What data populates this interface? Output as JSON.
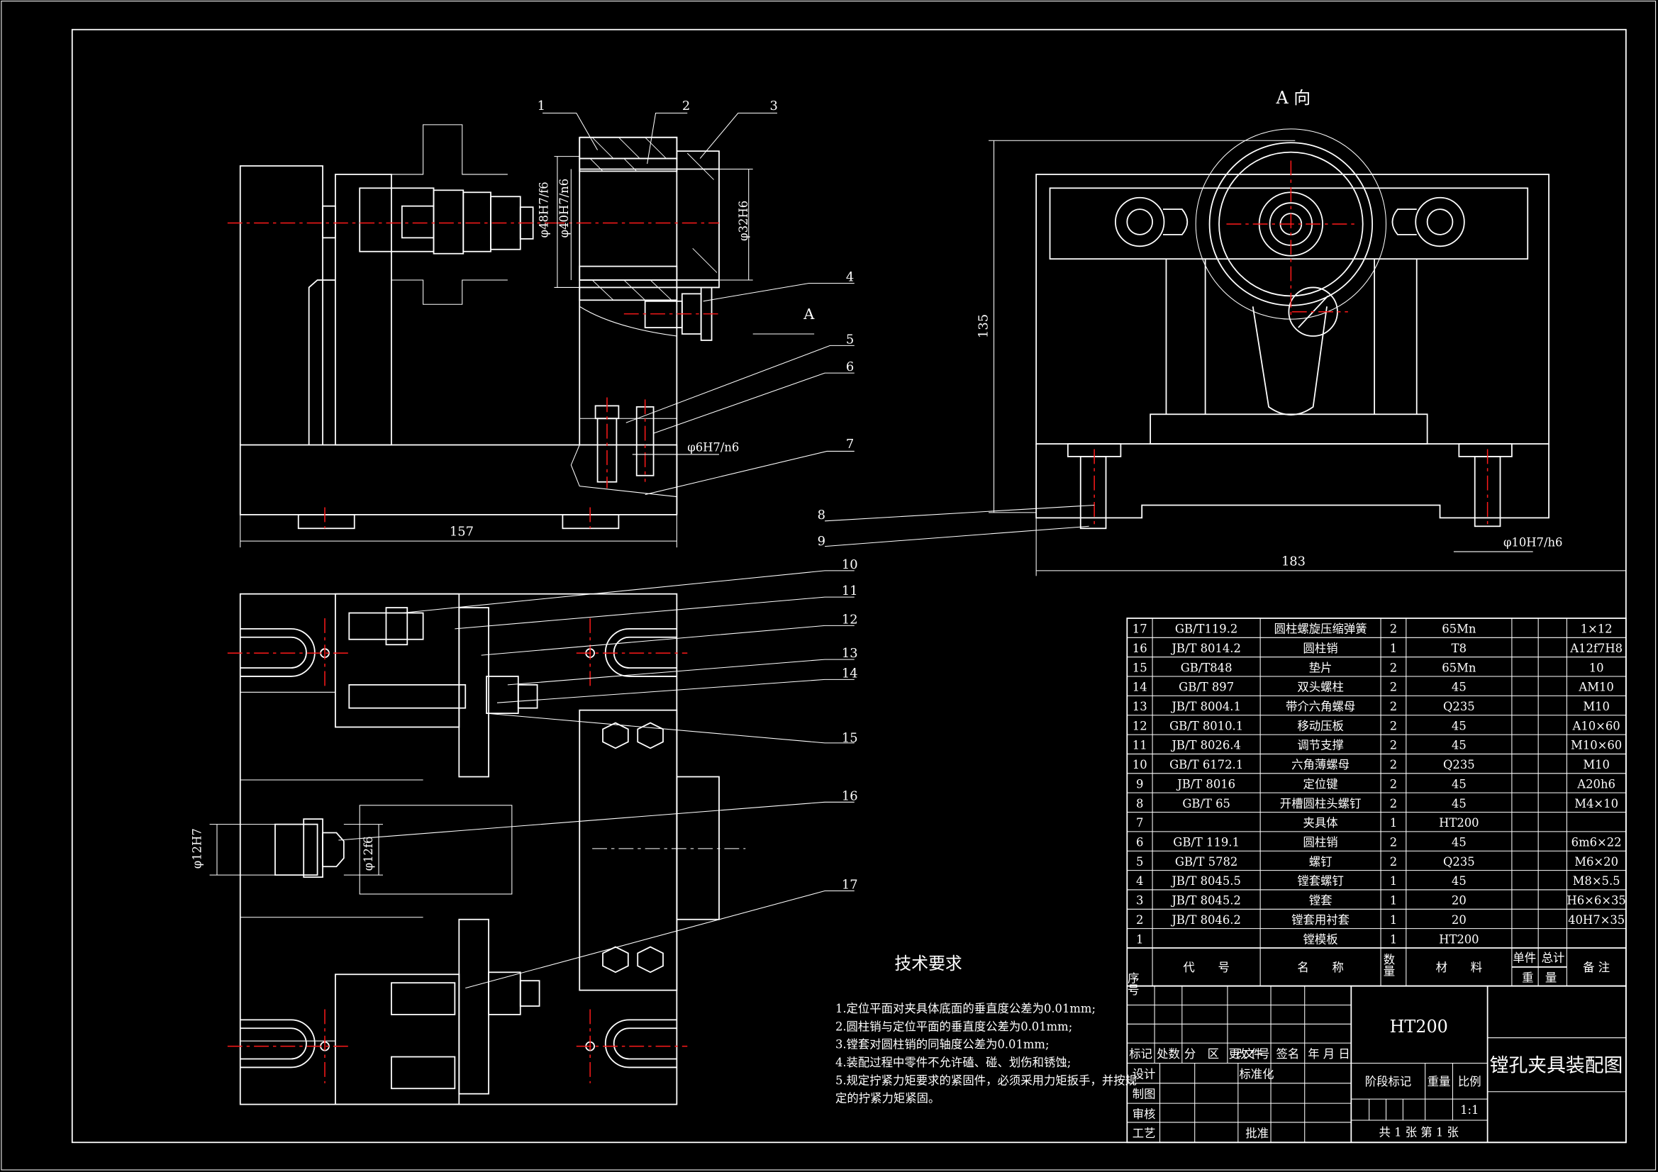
{
  "drawing": {
    "view_a_label": "A 向",
    "direction_marker": "A",
    "colors": {
      "background": "#000000",
      "lines": "#ffffff",
      "centerlines": "#ff1a1a"
    }
  },
  "callouts": [
    "1",
    "2",
    "3",
    "4",
    "5",
    "6",
    "7",
    "8",
    "9",
    "10",
    "11",
    "12",
    "13",
    "14",
    "15",
    "16",
    "17"
  ],
  "dimensions": {
    "d48": "φ48H7/f6",
    "d40": "φ40H7/n6",
    "d32": "φ32H6",
    "d6": "φ6H7/n6",
    "len157": "157",
    "height135": "135",
    "len183": "183",
    "d10": "φ10H7/h6",
    "d12": "φ12H7",
    "d12f6": "φ12f6"
  },
  "tech_requirements": {
    "title": "技术要求",
    "items": [
      "1.定位平面对夹具体底面的垂直度公差为0.01mm;",
      "2.圆柱销与定位平面的垂直度公差为0.01mm;",
      "3.镗套对圆柱销的同轴度公差为0.01mm;",
      "4.装配过程中零件不允许磕、碰、划伤和锈蚀;",
      "5.规定拧紧力矩要求的紧固件，必须采用力矩扳手，并按规",
      "定的拧紧力矩紧固。"
    ]
  },
  "parts_list": {
    "headers": {
      "no": "序号",
      "code": "代　　号",
      "name": "名　　称",
      "qty": "数量",
      "material": "材　　料",
      "unit": "单件",
      "total": "总计",
      "weight": "重　量",
      "remark": "备 注"
    },
    "rows": [
      {
        "no": "17",
        "code": "GB/T119.2",
        "name": "圆柱螺旋压缩弹簧",
        "qty": "2",
        "material": "65Mn",
        "remark": "1×12"
      },
      {
        "no": "16",
        "code": "JB/T  8014.2",
        "name": "圆柱销",
        "qty": "1",
        "material": "T8",
        "remark": "A12f7H8"
      },
      {
        "no": "15",
        "code": "GB/T848",
        "name": "垫片",
        "qty": "2",
        "material": "65Mn",
        "remark": "10"
      },
      {
        "no": "14",
        "code": "GB/T 897",
        "name": "双头螺柱",
        "qty": "2",
        "material": "45",
        "remark": "AM10"
      },
      {
        "no": "13",
        "code": "JB/T 8004.1",
        "name": "带介六角螺母",
        "qty": "2",
        "material": "Q235",
        "remark": "M10"
      },
      {
        "no": "12",
        "code": "GB/T 8010.1",
        "name": "移动压板",
        "qty": "2",
        "material": "45",
        "remark": "A10×60"
      },
      {
        "no": "11",
        "code": "JB/T  8026.4",
        "name": "调节支撑",
        "qty": "2",
        "material": "45",
        "remark": "M10×60"
      },
      {
        "no": "10",
        "code": "GB/T 6172.1",
        "name": "六角薄螺母",
        "qty": "2",
        "material": "Q235",
        "remark": "M10"
      },
      {
        "no": "9",
        "code": "JB/T  8016",
        "name": "定位键",
        "qty": "2",
        "material": "45",
        "remark": "A20h6"
      },
      {
        "no": "8",
        "code": "GB/T 65",
        "name": "开槽圆柱头螺钉",
        "qty": "2",
        "material": "45",
        "remark": "M4×10"
      },
      {
        "no": "7",
        "code": "",
        "name": "夹具体",
        "qty": "1",
        "material": "HT200",
        "remark": ""
      },
      {
        "no": "6",
        "code": "GB/T  119.1",
        "name": "圆柱销",
        "qty": "2",
        "material": "45",
        "remark": "6m6×22"
      },
      {
        "no": "5",
        "code": "GB/T   5782",
        "name": "螺钉",
        "qty": "2",
        "material": "Q235",
        "remark": "M6×20"
      },
      {
        "no": "4",
        "code": "JB/T 8045.5",
        "name": "镗套螺钉",
        "qty": "1",
        "material": "45",
        "remark": "M8×5.5"
      },
      {
        "no": "3",
        "code": "JB/T  8045.2",
        "name": "镗套",
        "qty": "1",
        "material": "20",
        "remark": "H6×6×35"
      },
      {
        "no": "2",
        "code": "JB/T  8046.2",
        "name": "镗套用衬套",
        "qty": "1",
        "material": "20",
        "remark": "40H7×35"
      },
      {
        "no": "1",
        "code": "",
        "name": "镗模板",
        "qty": "1",
        "material": "HT200",
        "remark": ""
      }
    ]
  },
  "title_block": {
    "material": "HT200",
    "drawing_name": "镗孔夹具装配图",
    "rev_headers": [
      "标记",
      "处数",
      "分　区",
      "更改文件号",
      "签名",
      "年 月 日"
    ],
    "design": "设计",
    "standardization": "标准化",
    "drafting": "制图",
    "review": "审核",
    "process": "工艺",
    "approve": "批准",
    "stage_mark": "阶段标记",
    "weight": "重量",
    "scale_label": "比例",
    "scale": "1:1",
    "sheets": "共 1 张 第 1 张"
  }
}
